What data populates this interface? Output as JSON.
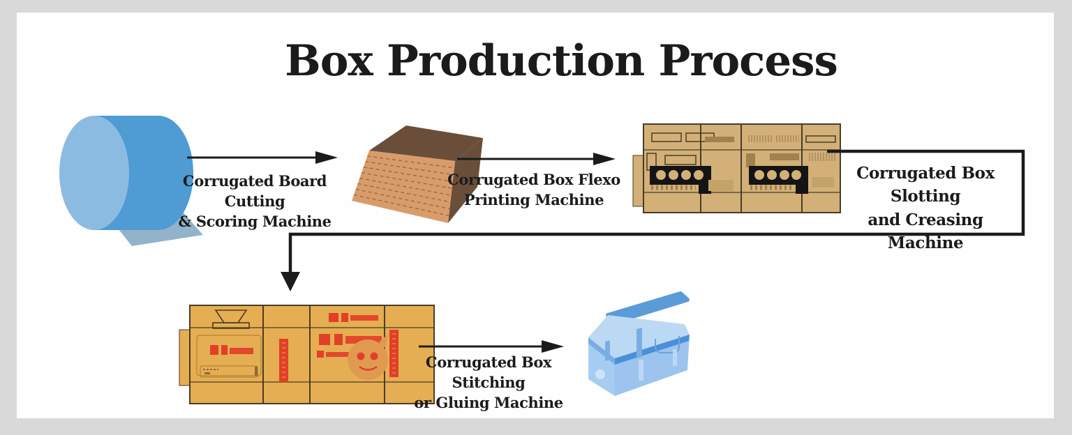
{
  "title": "Box Production Process",
  "steps": {
    "cutting": {
      "line1": "Corrugated Board Cutting",
      "line2": "& Scoring Machine"
    },
    "flexo": {
      "line1": "Corrugated Box Flexo",
      "line2": "Printing Machine"
    },
    "slotting": {
      "line1": "Corrugated Box Slotting",
      "line2": "and Creasing Machine"
    },
    "stitching": {
      "line1": "Corrugated Box Stitching",
      "line2": "or Gluing Machine"
    }
  },
  "illustrations": {
    "roll": "blue-corrugated-paper-roll",
    "stack": "corrugated-board-stack",
    "machine1": "slotting-creasing-machine",
    "machine2": "stitching-gluing-machine",
    "box": "finished-blue-box"
  },
  "colors": {
    "frame": "#d9d9d9",
    "canvas": "#fefefe",
    "ink": "#1b1b1b",
    "roll_body": "#4f9bd3",
    "roll_face": "#8cbbe2",
    "roll_sheet": "#93b3cb",
    "stack_front": "#d89c6b",
    "stack_dark": "#6b4e3a",
    "stack_line": "#9a6a42",
    "m1_body": "#d2b078",
    "m1_line": "#4a3c26",
    "m1_dark": "#a3814e",
    "m1_mid": "#b59262",
    "m1_light": "#c4a368",
    "m1_black": "#141414",
    "m2_body": "#e5ae52",
    "m2_line": "#4a3c26",
    "m2_line2": "#b3823a",
    "m2_red": "#e23f28",
    "smiley": "#e09a50",
    "box_light": "#a5cdf1",
    "box_front": "#9cc4ee",
    "box_top": "#bcd9f3",
    "box_mid": "#79aee4",
    "box_dark": "#4a90d9",
    "box_lid": "#5b9bd8"
  }
}
